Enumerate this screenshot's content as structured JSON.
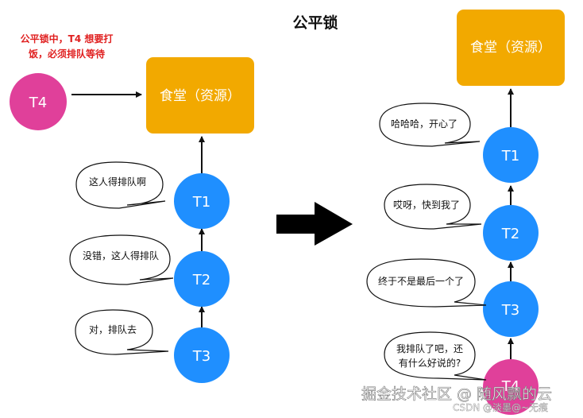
{
  "title": "公平锁",
  "note": {
    "line1": "公平锁中，T4 想要打",
    "line2": "饭，必须排队等待",
    "color": "#e02020"
  },
  "colors": {
    "thread_blue": "#1f8fff",
    "thread_pink": "#e0409a",
    "resource_orange": "#f2a900",
    "resource_text": "#ffffff"
  },
  "left": {
    "resource_label": "食堂（资源）",
    "waiting_thread": "T4",
    "threads": [
      {
        "label": "T1",
        "bubble": "这人得排队啊"
      },
      {
        "label": "T2",
        "bubble": "没错，这人得排队"
      },
      {
        "label": "T3",
        "bubble": "对，排队去"
      }
    ]
  },
  "right": {
    "resource_label": "食堂（资源）",
    "threads": [
      {
        "label": "T1",
        "bubble": "哈哈哈，开心了"
      },
      {
        "label": "T2",
        "bubble": "哎呀，快到我了"
      },
      {
        "label": "T3",
        "bubble": "终于不是最后一个了"
      },
      {
        "label": "T4",
        "bubble_line1": "我排队了吧，还",
        "bubble_line2": "有什么好说的?"
      }
    ]
  },
  "watermark": {
    "main": "掘金技术社区 @ 随风飘的云",
    "sub": "CSDN @淡墨@~无痕"
  }
}
